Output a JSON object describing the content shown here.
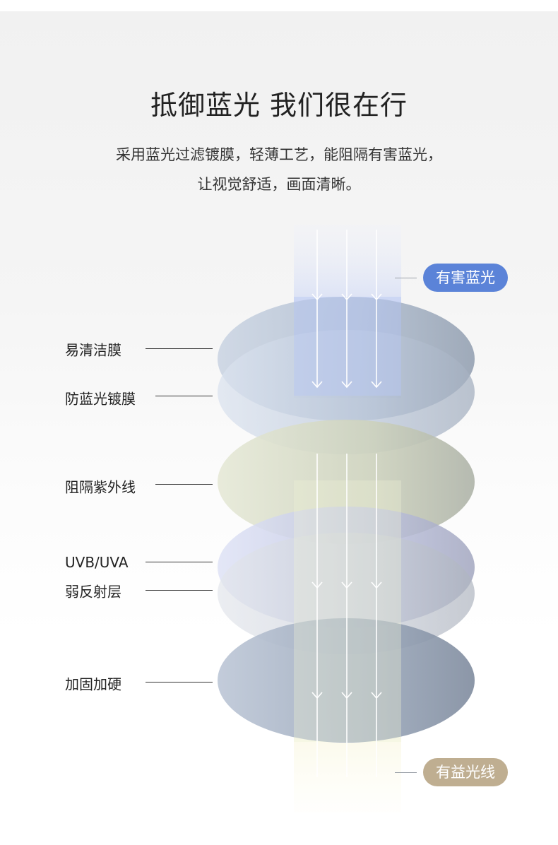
{
  "header": {
    "title": "抵御蓝光 我们很在行",
    "desc_line1": "采用蓝光过滤镀膜，轻薄工艺，能阻隔有害蓝光，",
    "desc_line2": "让视觉舒适，画面清晰。"
  },
  "tags": {
    "harmful_light": "有害蓝光",
    "beneficial_light": "有益光线"
  },
  "layers": [
    {
      "label": "易清洁膜"
    },
    {
      "label": "防蓝光镀膜"
    },
    {
      "label": "阻隔紫外线"
    },
    {
      "label": "UVB/UVA"
    },
    {
      "label": "弱反射层"
    },
    {
      "label": "加固加硬"
    }
  ],
  "colors": {
    "harmful_tag": "#5b83d8",
    "beneficial_tag": "#bfae91",
    "text": "#222222"
  },
  "icons": [
    "arrow-down-icon"
  ]
}
